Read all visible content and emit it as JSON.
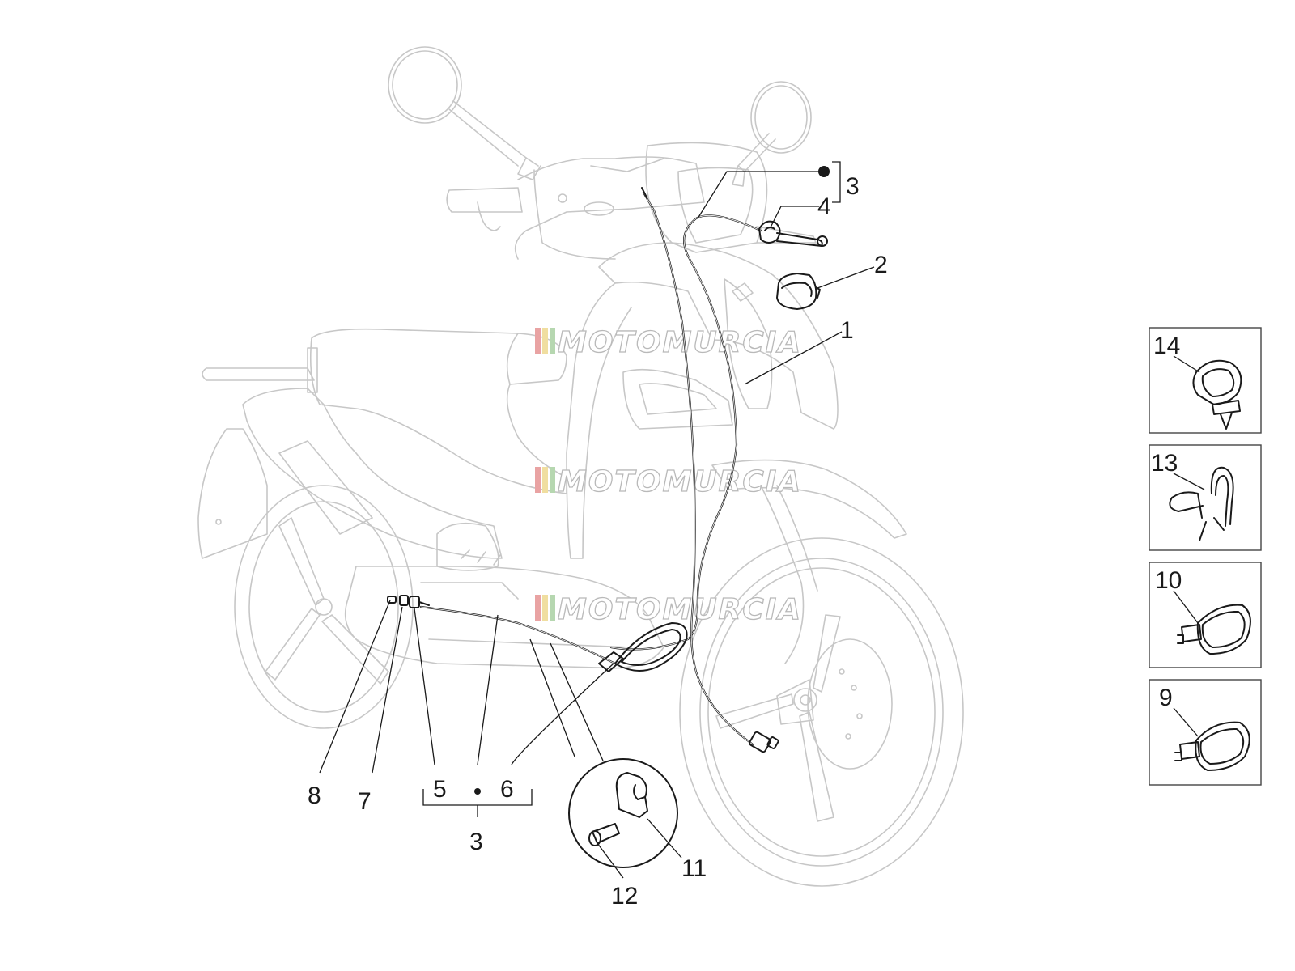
{
  "watermark": {
    "text": "MOTOMURCIA",
    "stripe_colors": [
      "#e9a3a3",
      "#f0dea0",
      "#b6d7b0"
    ]
  },
  "callouts": {
    "c1": "1",
    "c2": "2",
    "c3_top": "3",
    "c4": "4",
    "c5": "5",
    "c6": "6",
    "c7": "7",
    "c8": "8",
    "c3_bottom": "3",
    "c11": "11",
    "c12": "12"
  },
  "boxes": {
    "b14": "14",
    "b13": "13",
    "b10": "10",
    "b9": "9"
  },
  "colors": {
    "line": "#1a1a1a",
    "ghost_outline": "#c7c7c7",
    "watermark_outline": "#b9b9b9"
  }
}
